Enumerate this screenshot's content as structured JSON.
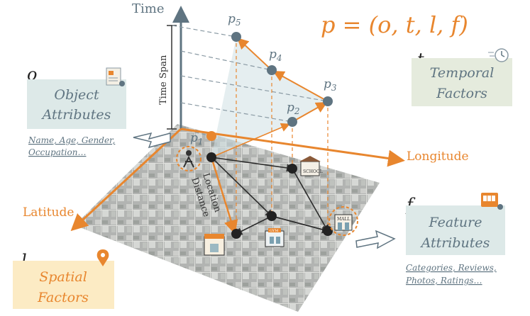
{
  "formula": "p = (o, t, l, f)",
  "axes": {
    "time": "Time",
    "longitude": "Longitude",
    "latitude": "Latitude",
    "time_span": "Time Span",
    "location_distance": [
      "Location",
      "Distance"
    ]
  },
  "points": [
    "p1",
    "p2",
    "p3",
    "p4",
    "p5"
  ],
  "boxes": {
    "object": {
      "symbol": "o",
      "title": [
        "Object",
        "Attributes"
      ],
      "detail": [
        "Name, Age, Gender,",
        "Occupation…"
      ]
    },
    "temporal": {
      "symbol": "t",
      "title": [
        "Temporal",
        "Factors"
      ]
    },
    "spatial": {
      "symbol": "l",
      "title": [
        "Spatial",
        "Factors"
      ]
    },
    "feature": {
      "symbol": "f",
      "title": [
        "Feature",
        "Attributes"
      ],
      "detail": [
        "Categories, Reviews,",
        "Photos, Ratings…"
      ]
    }
  },
  "poi_labels": {
    "school": "SCHOOL",
    "mall": "MALL",
    "gym": "GYM"
  },
  "colors": {
    "orange": "#E8862E",
    "slate": "#5F7481",
    "teal_box": "#DDE9E8",
    "green_box": "#E5EBDD",
    "yellow_box": "#FCEBC4"
  },
  "icons": [
    "document-icon",
    "stopwatch-icon",
    "location-pin-icon",
    "slot-machine-icon",
    "worker-icon",
    "school-icon",
    "mall-icon",
    "shop-icon",
    "gym-icon"
  ]
}
